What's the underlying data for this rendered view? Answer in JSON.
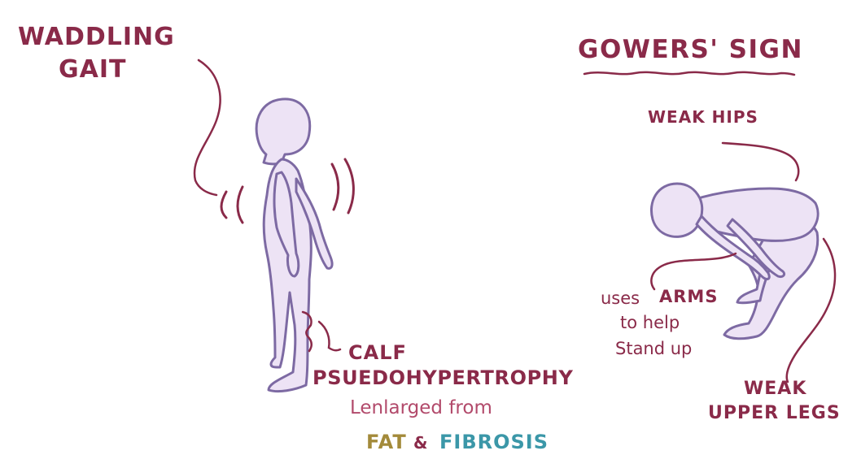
{
  "left": {
    "title_line1": "WADDLING",
    "title_line2": "GAIT",
    "calf_line1": "CALF",
    "calf_line2": "PSUEDOHYPERTROPHY",
    "enlarged": "Lenlarged from",
    "fat": "FAT",
    "amp": "&",
    "fibrosis": "FIBROSIS"
  },
  "right": {
    "title": "GOWERS' SIGN",
    "weak_hips": "WEAK HIPS",
    "uses": "uses",
    "arms": "ARMS",
    "to_help": "to help",
    "stand_up": "Stand up",
    "weak": "WEAK",
    "upper_legs": "UPPER LEGS"
  },
  "colors": {
    "ink": "#8a2a49",
    "figure_fill": "#ede3f5",
    "figure_stroke": "#7d6aa3",
    "fat": "#a38a3a",
    "fibrosis": "#3b97a8"
  }
}
